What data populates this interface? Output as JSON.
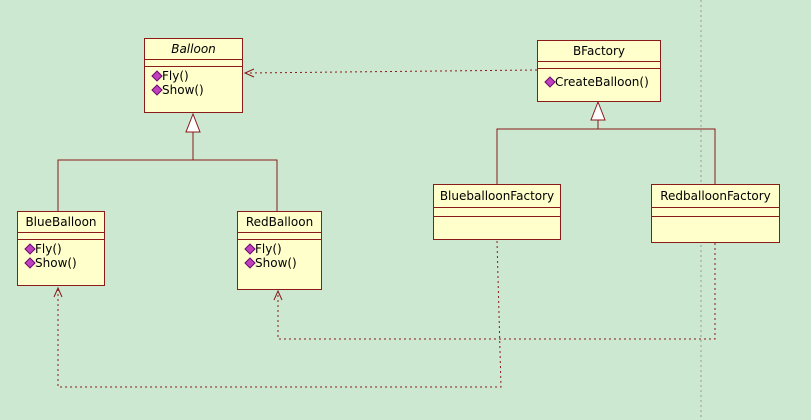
{
  "classes": {
    "balloon": {
      "name": "Balloon",
      "ops": [
        "Fly()",
        "Show()"
      ]
    },
    "bfactory": {
      "name": "BFactory",
      "ops": [
        "CreateBalloon()"
      ]
    },
    "blueballoon": {
      "name": "BlueBalloon",
      "ops": [
        "Fly()",
        "Show()"
      ]
    },
    "redballoon": {
      "name": "RedBalloon",
      "ops": [
        "Fly()",
        "Show()"
      ]
    },
    "blueballoonfactory": {
      "name": "BlueballoonFactory",
      "ops": []
    },
    "redballoonfactory": {
      "name": "RedballoonFactory",
      "ops": []
    }
  },
  "colors": {
    "background": "#cce8d0",
    "class_fill": "#ffffcc",
    "border": "#8b1a1a",
    "operation_icon": "#c040c0",
    "page_boundary": "#9a9a9a"
  },
  "icons": {
    "operation": "operation-diamond-icon"
  }
}
